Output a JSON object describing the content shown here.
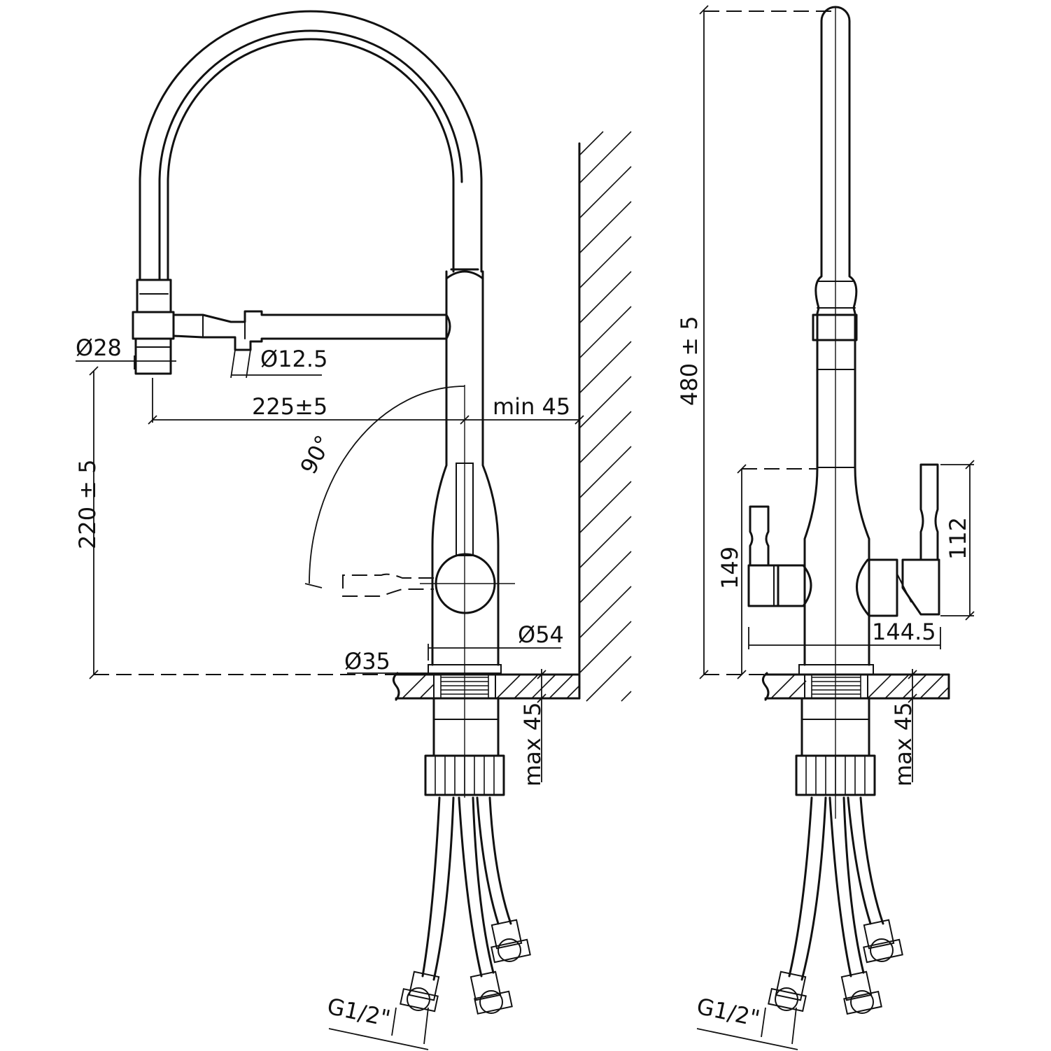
{
  "labels": {
    "dia28": "Ø28",
    "dia12_5": "Ø12.5",
    "reach": "225±5",
    "wall_min": "min 45",
    "angle": "90°",
    "height_spout": "220 ± 5",
    "dia54": "Ø54",
    "dia35": "Ø35",
    "max45_left": "max 45",
    "g12_left": "G1/2\"",
    "total_height": "480 ± 5",
    "h149": "149",
    "h112": "112",
    "w144_5": "144.5",
    "max45_right": "max 45",
    "g12_right": "G1/2\""
  }
}
